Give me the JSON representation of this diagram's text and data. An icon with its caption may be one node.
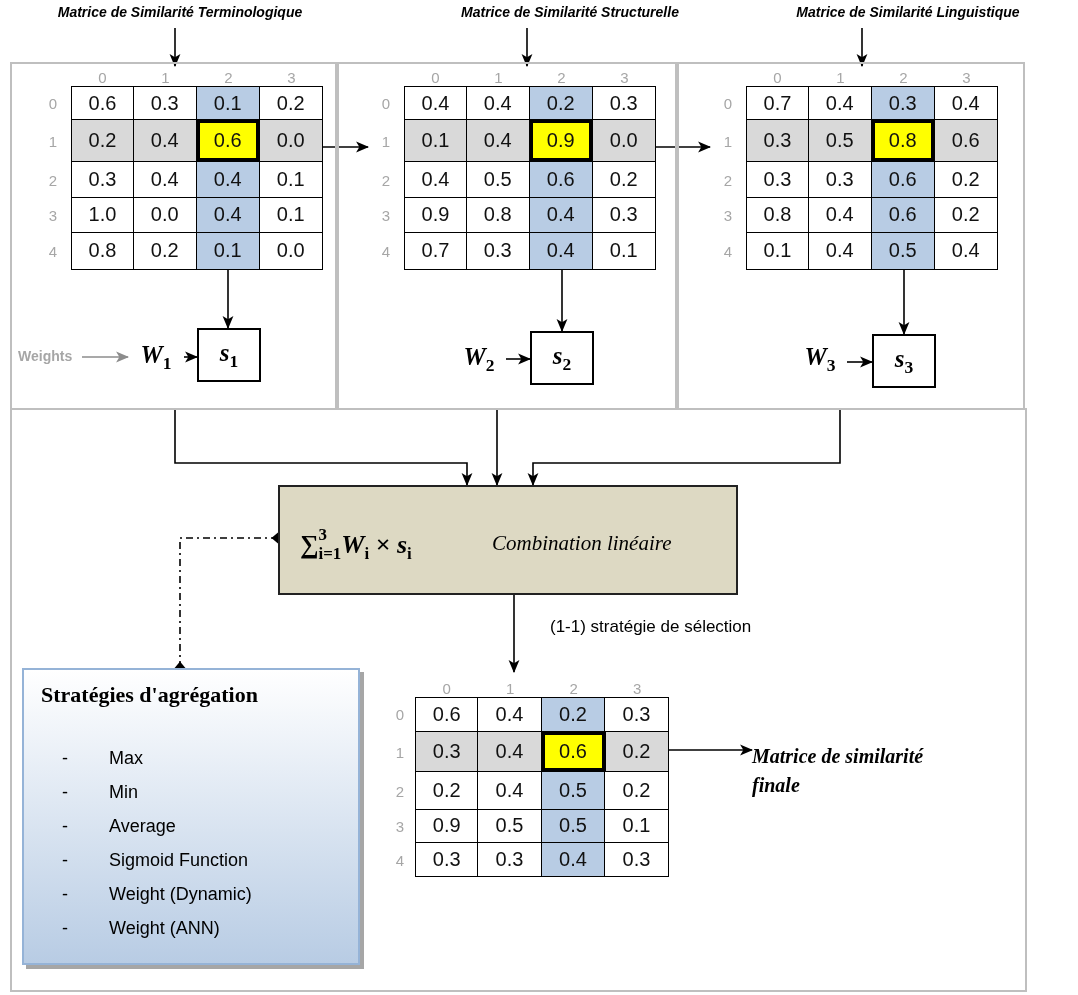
{
  "diagram": {
    "nodes": [
      {
        "text": [],
        "shape": "box"
      },
      {
        "text": [
          "Matrice de Similarité Terminologique"
        ]
      },
      {
        "text": [
          "0",
          "1",
          "2",
          "3",
          "0",
          "0.6",
          "0.3",
          "0.1",
          "0.2",
          "1",
          "0.2",
          "0.4",
          "0.6",
          "0.0",
          "2",
          "0.3",
          "0.4",
          "0.4",
          "0.1",
          "3",
          "1.0",
          "0.0",
          "0.4",
          "0.1",
          "4",
          "0.8",
          "0.2",
          "0.1",
          "0.0"
        ],
        "in": 0
      },
      {
        "text": [
          "Weights"
        ],
        "in": 0
      },
      {
        "text": [
          "*W*$_{1}$"
        ],
        "in": 0
      },
      {
        "text": [
          "*s*$_{1}$"
        ],
        "in": 0
      },
      {
        "text": [],
        "shape": "box"
      },
      {
        "text": [
          "Matrice de Similarité Structurelle"
        ]
      },
      {
        "text": [
          "0",
          "1",
          "2",
          "3",
          "0",
          "0.4",
          "0.4",
          "0.2",
          "0.3",
          "1",
          "0.1",
          "0.4",
          "0.9",
          "0.0",
          "2",
          "0.4",
          "0.5",
          "0.6",
          "0.2",
          "3",
          "0.9",
          "0.8",
          "0.4",
          "0.3",
          "4",
          "0.7",
          "0.3",
          "0.4",
          "0.1"
        ],
        "in": 6
      },
      {
        "text": [
          "*W*$_{2}$"
        ],
        "in": 6
      },
      {
        "text": [
          "*s*$_{2}$"
        ],
        "in": 6
      },
      {
        "text": [],
        "shape": "box"
      },
      {
        "text": [
          "Matrice de Similarité Linguistique"
        ]
      },
      {
        "text": [
          "0",
          "1",
          "2",
          "3",
          "0",
          "0.7",
          "0.4",
          "0.3",
          "0.4",
          "1",
          "0.3",
          "0.5",
          "0.8",
          "0.6",
          "2",
          "0.3",
          "0.3",
          "0.6",
          "0.2",
          "3",
          "0.8",
          "0.4",
          "0.6",
          "0.2",
          "4",
          "0.1",
          "0.4",
          "0.5",
          "0.4"
        ],
        "in": 11
      },
      {
        "text": [
          "*W*$_{3}$"
        ],
        "in": 11
      },
      {
        "text": [
          "*s*$_{3}$"
        ],
        "in": 11
      },
      {
        "text": [
          "∑$^{3}$$_{i=1}$*W*$_{i}$ × *s*$_{i}$",
          "Combination linéaire"
        ]
      },
      {
        "text": [
          "Stratégies d'agrégation",
          "-",
          "Max",
          "-",
          "Min",
          "-",
          "Average",
          "-",
          "Sigmoid Function",
          "-",
          "Weight (Dynamic)",
          "-",
          "Weight (ANN)"
        ]
      },
      {
        "text": [
          "0",
          "1",
          "2",
          "3",
          "0",
          "0.6",
          "0.4",
          "0.2",
          "0.3",
          "1",
          "0.3",
          "0.4",
          "0.6",
          "0.2",
          "2",
          "0.2",
          "0.4",
          "0.5",
          "0.2",
          "3",
          "0.9",
          "0.5",
          "0.5",
          "0.1",
          "4",
          "0.3",
          "0.3",
          "0.4",
          "0.3"
        ]
      },
      {
        "text": [
          "Matrice de similarité finale"
        ]
      }
    ],
    "edges": [
      {
        "from": 1,
        "to": 2,
        "arrow": "to"
      },
      {
        "from": 2,
        "to": 5,
        "arrow": "to"
      },
      {
        "from": 3,
        "to": 4,
        "arrow": "to",
        "color": "#8c8c8c"
      },
      {
        "from": 4,
        "to": 5,
        "arrow": "to"
      },
      {
        "from": 2,
        "to": 8,
        "arrow": "to"
      },
      {
        "from": 7,
        "to": 8,
        "arrow": "to"
      },
      {
        "from": 8,
        "to": 10,
        "arrow": "to"
      },
      {
        "from": 9,
        "to": 10,
        "arrow": "to"
      },
      {
        "from": 8,
        "to": 13,
        "arrow": "to"
      },
      {
        "from": 12,
        "to": 13,
        "arrow": "to"
      },
      {
        "from": 13,
        "to": 15,
        "arrow": "to"
      },
      {
        "from": 14,
        "to": 15,
        "arrow": "to"
      },
      {
        "from": 0,
        "to": 16,
        "arrow": "to"
      },
      {
        "from": 6,
        "to": 16,
        "arrow": "to"
      },
      {
        "from": 11,
        "to": 16,
        "arrow": "to"
      },
      {
        "from": 16,
        "to": 18,
        "arrow": "to",
        "label": "(1-1) stratégie de sélection"
      },
      {
        "from": 17,
        "to": 16,
        "arrow": "other",
        "style": "dashed"
      },
      {
        "from": 18,
        "to": 19,
        "arrow": "to"
      }
    ]
  }
}
